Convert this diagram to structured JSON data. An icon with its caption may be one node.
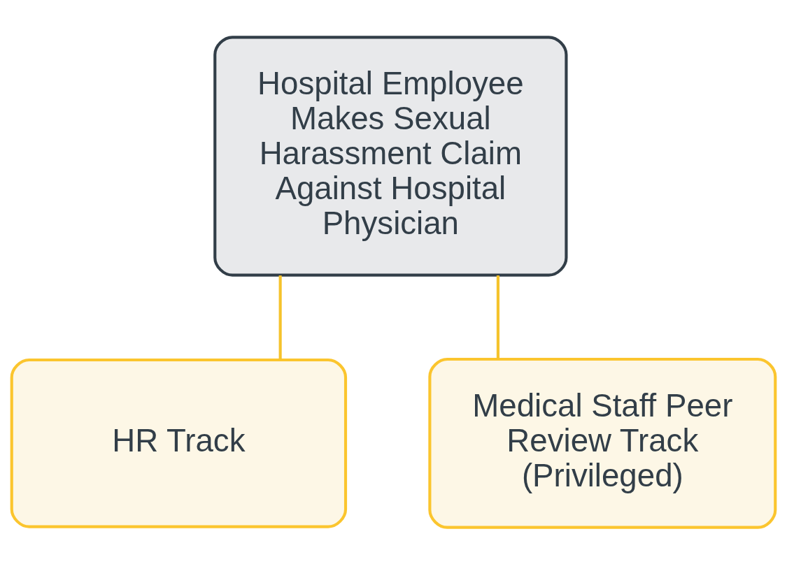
{
  "diagram": {
    "nodes": [
      {
        "text": [
          "Hospital Employee Makes Sexual Harassment Claim Against Hospital Physician"
        ]
      },
      {
        "text": [
          "HR Track"
        ]
      },
      {
        "text": [
          "Medical Staff Peer Review Track (Privileged)"
        ]
      }
    ],
    "edges": [
      {
        "from": 0,
        "to": 1,
        "arrow": "none",
        "color": "#f5c32c"
      },
      {
        "from": 0,
        "to": 2,
        "arrow": "none",
        "color": "#f5c32c"
      }
    ]
  }
}
